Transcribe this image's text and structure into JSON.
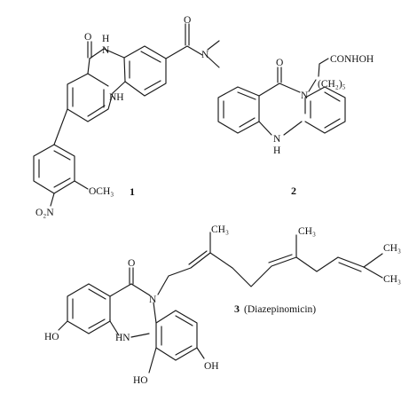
{
  "compounds": [
    {
      "number": "1",
      "atoms": {
        "o_carbonyl": "O",
        "nh_top": "H",
        "n_top": "N",
        "nh_bottom": "NH",
        "o_amide": "O",
        "n_amide": "N",
        "no2": "O₂N",
        "och3": "OCH₃"
      }
    },
    {
      "number": "2",
      "atoms": {
        "o_carbonyl": "O",
        "n_ring": "N",
        "hydroxamate": "CONHOH",
        "chain": "(CH₂)₅",
        "nh": "N",
        "h": "H"
      }
    },
    {
      "number": "3",
      "name": "(Diazepinomicin)",
      "atoms": {
        "o_carbonyl": "O",
        "n_ring": "N",
        "ho_left": "HO",
        "hn": "HN",
        "oh_right": "OH",
        "ho_bottom": "HO",
        "ch3_1": "CH₃",
        "ch3_2": "CH₃",
        "ch3_3": "CH₃",
        "ch3_4": "CH₃"
      }
    }
  ]
}
